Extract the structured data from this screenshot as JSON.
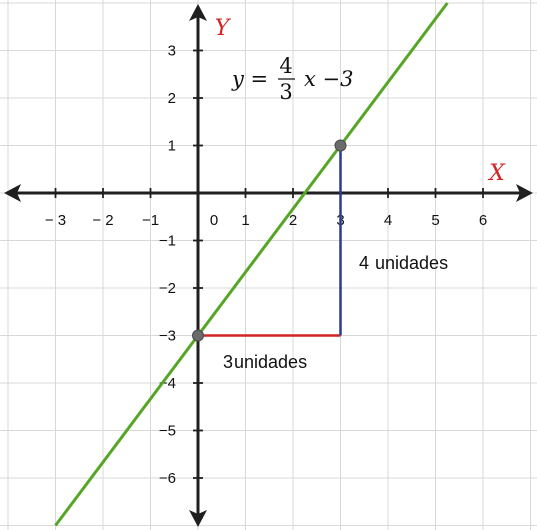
{
  "chart_data": {
    "type": "line",
    "x_axis_label": "X",
    "y_axis_label": "Y",
    "xlim": [
      -4,
      7
    ],
    "ylim": [
      -7,
      4
    ],
    "grid": true,
    "x_ticks": [
      -3,
      -2,
      -1,
      0,
      1,
      2,
      3,
      4,
      5,
      6
    ],
    "y_ticks": [
      -6,
      -5,
      -4,
      -3,
      -2,
      -1,
      1,
      2,
      3
    ],
    "x_tick_labels": [
      "− 3",
      "− 2",
      "−1",
      "0",
      "1",
      "2",
      "3",
      "4",
      "5",
      "6"
    ],
    "y_tick_labels": [
      "−6",
      "−5",
      "−4",
      "−3",
      "−2",
      "−1",
      "1",
      "2",
      "3"
    ],
    "series": [
      {
        "slope": 1.3333,
        "intercept": -3,
        "color": "#56a626",
        "x": [
          -3,
          5.25
        ],
        "y": [
          -7,
          4
        ]
      }
    ],
    "equation": {
      "lhs": "y =",
      "numerator": "4",
      "denominator": "3",
      "rhs": "x −3"
    },
    "points": [
      {
        "x": 0,
        "y": -3
      },
      {
        "x": 3,
        "y": 1
      }
    ],
    "run": {
      "from": [
        0,
        -3
      ],
      "to": [
        3,
        -3
      ],
      "label_value": "3",
      "label_text": "unidades",
      "color": "#d42323"
    },
    "rise": {
      "from": [
        3,
        -3
      ],
      "to": [
        3,
        1
      ],
      "label_value": "4",
      "label_text": "unidades",
      "color": "#2a3a8f"
    },
    "colors": {
      "axis": "#1f1f1f",
      "grid": "#d8d8d8",
      "axis_name": "#d42323",
      "point": "#6b6b6b"
    }
  }
}
